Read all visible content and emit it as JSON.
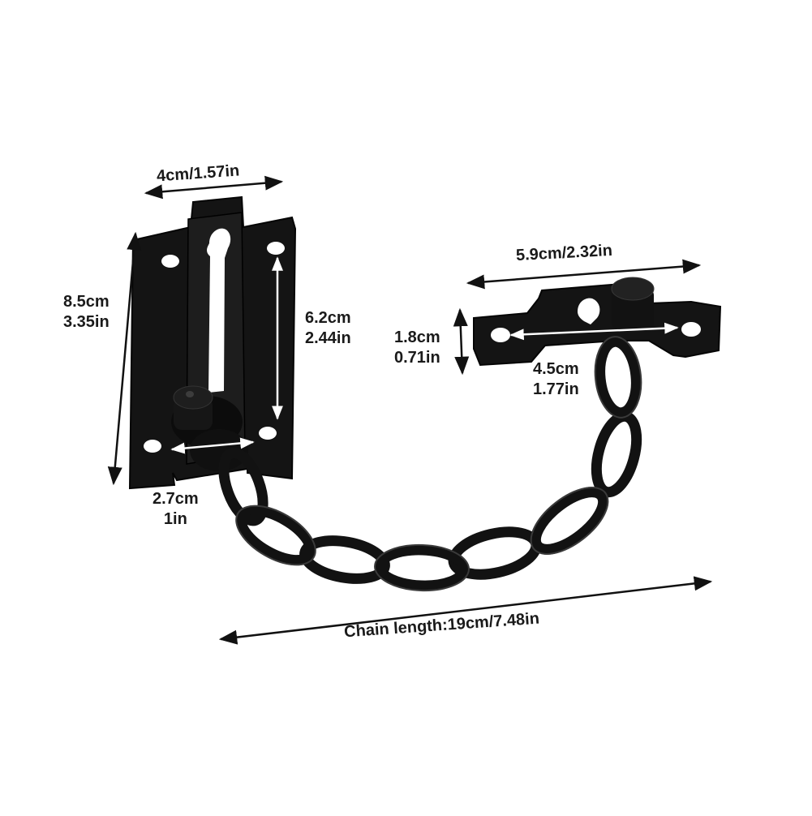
{
  "colors": {
    "metal": "#151515",
    "metal_highlight": "#3a3a3a",
    "arrow": "#111111",
    "background": "#ffffff"
  },
  "dimensions": {
    "plate_width": "4cm/1.57in",
    "plate_height": {
      "cm": "8.5cm",
      "in": "3.35in"
    },
    "slot_length": {
      "cm": "6.2cm",
      "in": "2.44in"
    },
    "knob_offset": {
      "cm": "2.7cm",
      "in": "1in"
    },
    "bracket_width": "5.9cm/2.32in",
    "bracket_height": {
      "cm": "1.8cm",
      "in": "0.71in"
    },
    "hole_spacing": {
      "cm": "4.5cm",
      "in": "1.77in"
    },
    "chain_length": "Chain length:19cm/7.48in"
  }
}
